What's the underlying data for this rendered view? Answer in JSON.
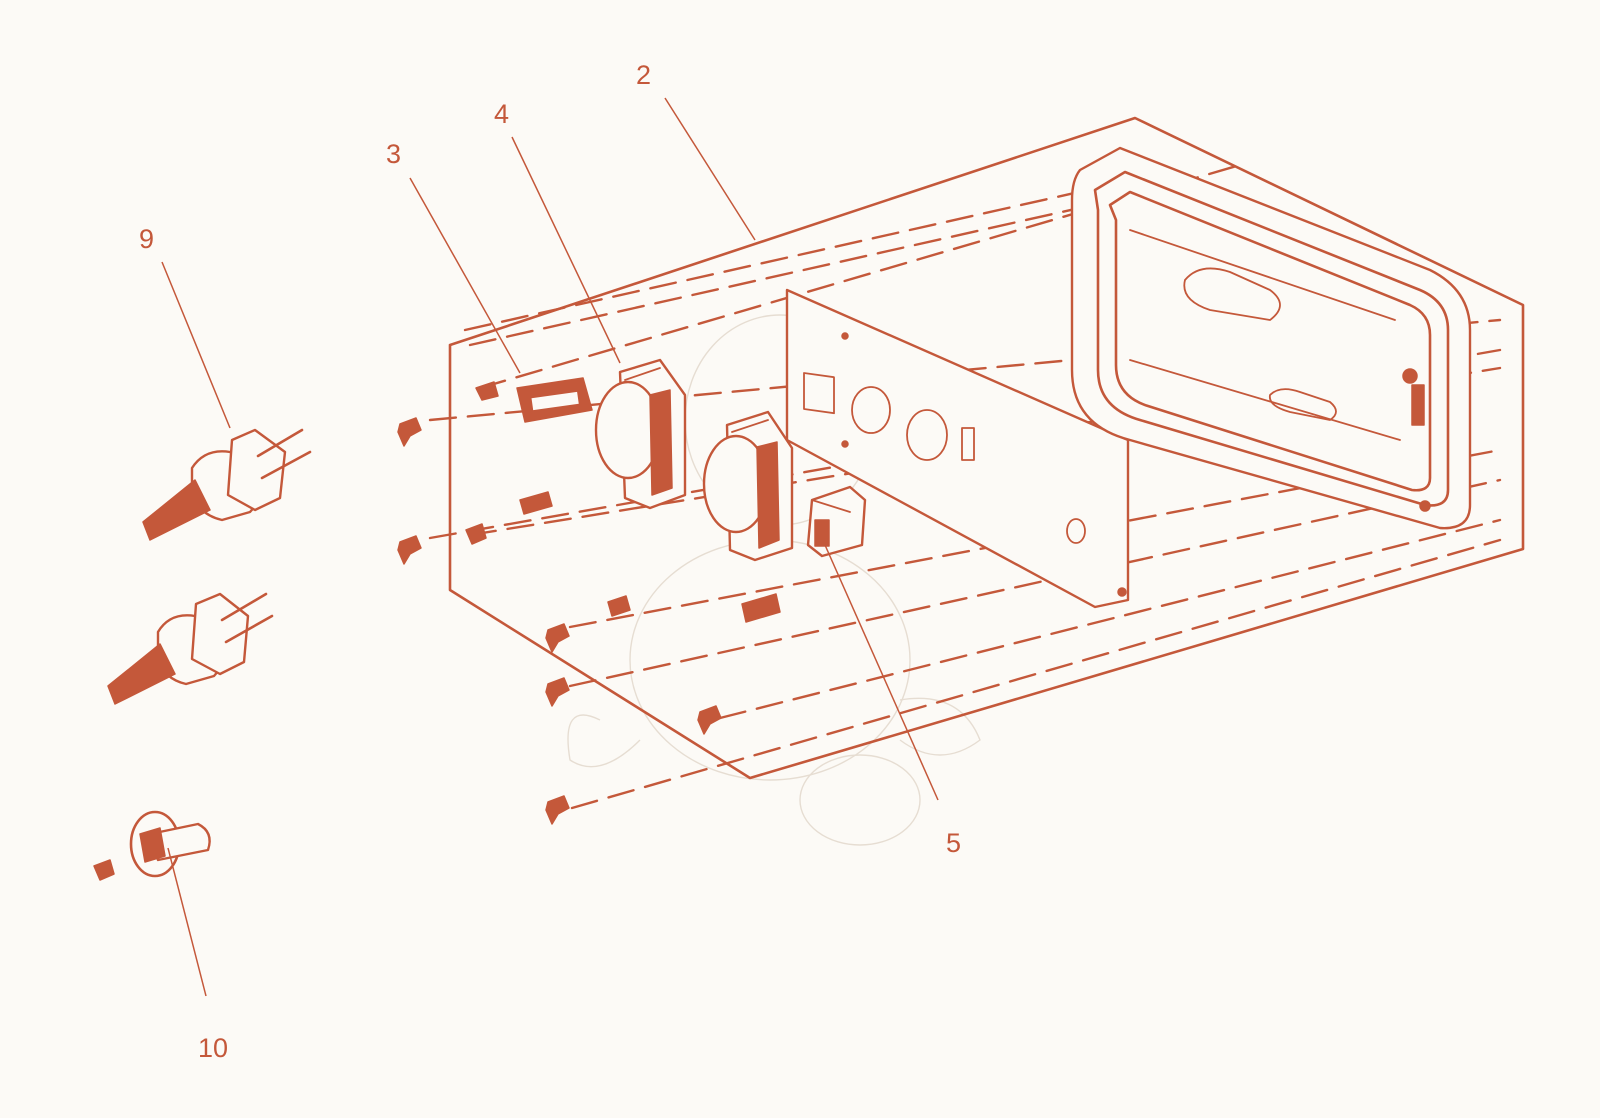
{
  "callouts": {
    "c2": "2",
    "c3": "3",
    "c4": "4",
    "c5": "5",
    "c9": "9",
    "c10": "10"
  },
  "colors": {
    "ink": "#c4583a",
    "background": "#fcfaf6"
  }
}
